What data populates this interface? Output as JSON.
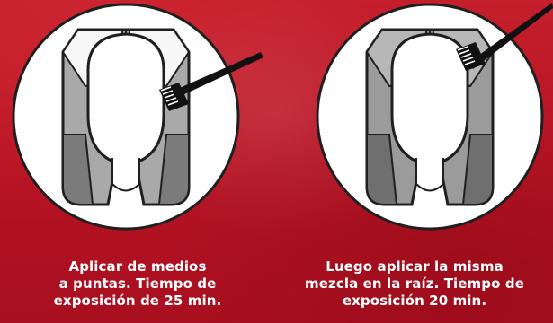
{
  "steps": [
    {
      "lines": [
        "Aplicar de medios",
        "a puntas. Tiempo de",
        "exposición de 25 min."
      ]
    },
    {
      "lines": [
        "Luego aplicar la misma",
        "mezcla en la raíz. Tiempo de",
        "exposición 20 min."
      ]
    }
  ]
}
